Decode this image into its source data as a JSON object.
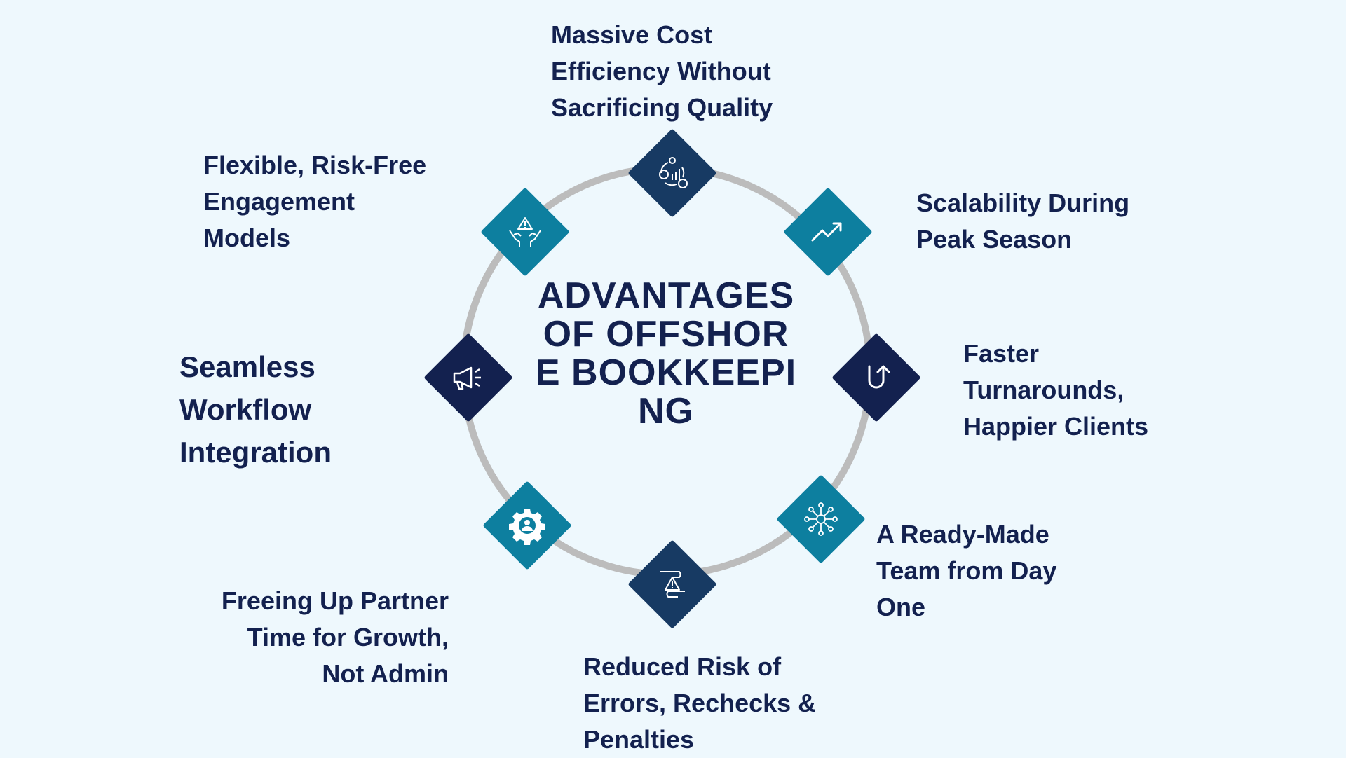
{
  "title": "ADVANTAGES OF OFFSHORE BOOKKEEPING",
  "colors": {
    "background": "#eef8fd",
    "navy": "#13214f",
    "teal": "#0d7f9f",
    "ring": "#bcbcbc"
  },
  "advantages": [
    {
      "label": "Massive Cost Efficiency Without Sacrificing Quality",
      "lines": [
        "Massive Cost",
        "Efficiency Without",
        "Sacrificing Quality"
      ],
      "icon": "cost-efficiency-icon"
    },
    {
      "label": "Scalability During Peak Season",
      "lines": [
        "Scalability During",
        "Peak Season"
      ],
      "icon": "trend-up-icon"
    },
    {
      "label": "Faster Turnarounds, Happier Clients",
      "lines": [
        "Faster",
        "Turnarounds,",
        "Happier Clients"
      ],
      "icon": "u-turn-arrow-icon"
    },
    {
      "label": "A Ready-Made Team from Day One",
      "lines": [
        "A Ready-Made",
        "Team from Day",
        "One"
      ],
      "icon": "team-network-icon"
    },
    {
      "label": "Reduced Risk of Errors, Rechecks & Penalties",
      "lines": [
        "Reduced Risk of",
        "Errors, Rechecks &",
        "Penalties"
      ],
      "icon": "risk-warning-hand-icon"
    },
    {
      "label": "Freeing Up Partner Time for Growth, Not Admin",
      "lines": [
        "Freeing Up Partner",
        "Time for Growth,",
        "Not Admin"
      ],
      "icon": "gear-user-icon"
    },
    {
      "label": "Seamless Workflow Integration",
      "lines": [
        "Seamless",
        "Workflow",
        "Integration"
      ],
      "icon": "megaphone-icon"
    },
    {
      "label": "Flexible, Risk-Free Engagement Models",
      "lines": [
        "Flexible, Risk-Free",
        "Engagement",
        "Models"
      ],
      "icon": "hands-warning-icon"
    }
  ]
}
